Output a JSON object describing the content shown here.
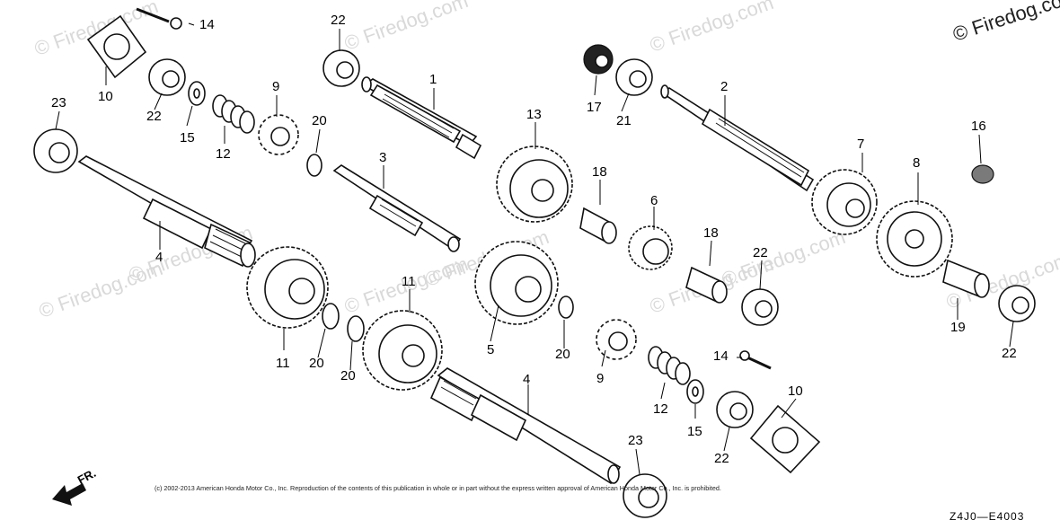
{
  "diagram": {
    "watermark_text": "© Firedog.com",
    "corner_watermark": "© Firedog.com",
    "copyright": "(c) 2002-2013 American Honda Motor Co., Inc. Reproduction of the contents of this publication in whole or in part without the express written approval of American Honda Motor Co., Inc. is prohibited.",
    "diagram_code": "Z4J0—E4003",
    "direction_label": "FR.",
    "callouts": [
      {
        "id": "c1",
        "text": "1"
      },
      {
        "id": "c2",
        "text": "2"
      },
      {
        "id": "c3",
        "text": "3"
      },
      {
        "id": "c4a",
        "text": "4"
      },
      {
        "id": "c4b",
        "text": "4"
      },
      {
        "id": "c5",
        "text": "5"
      },
      {
        "id": "c6",
        "text": "6"
      },
      {
        "id": "c7",
        "text": "7"
      },
      {
        "id": "c8",
        "text": "8"
      },
      {
        "id": "c9a",
        "text": "9"
      },
      {
        "id": "c9b",
        "text": "9"
      },
      {
        "id": "c10a",
        "text": "10"
      },
      {
        "id": "c10b",
        "text": "10"
      },
      {
        "id": "c11a",
        "text": "11"
      },
      {
        "id": "c11b",
        "text": "11"
      },
      {
        "id": "c12a",
        "text": "12"
      },
      {
        "id": "c12b",
        "text": "12"
      },
      {
        "id": "c13",
        "text": "13"
      },
      {
        "id": "c14a",
        "text": "14"
      },
      {
        "id": "c14b",
        "text": "14"
      },
      {
        "id": "c15a",
        "text": "15"
      },
      {
        "id": "c15b",
        "text": "15"
      },
      {
        "id": "c16",
        "text": "16"
      },
      {
        "id": "c17",
        "text": "17"
      },
      {
        "id": "c18a",
        "text": "18"
      },
      {
        "id": "c18b",
        "text": "18"
      },
      {
        "id": "c19",
        "text": "19"
      },
      {
        "id": "c20a",
        "text": "20"
      },
      {
        "id": "c20b",
        "text": "20"
      },
      {
        "id": "c20c",
        "text": "20"
      },
      {
        "id": "c20d",
        "text": "20"
      },
      {
        "id": "c21",
        "text": "21"
      },
      {
        "id": "c22a",
        "text": "22"
      },
      {
        "id": "c22b",
        "text": "22"
      },
      {
        "id": "c22c",
        "text": "22"
      },
      {
        "id": "c22d",
        "text": "22"
      },
      {
        "id": "c22e",
        "text": "22"
      },
      {
        "id": "c23a",
        "text": "23"
      },
      {
        "id": "c23b",
        "text": "23"
      }
    ]
  }
}
